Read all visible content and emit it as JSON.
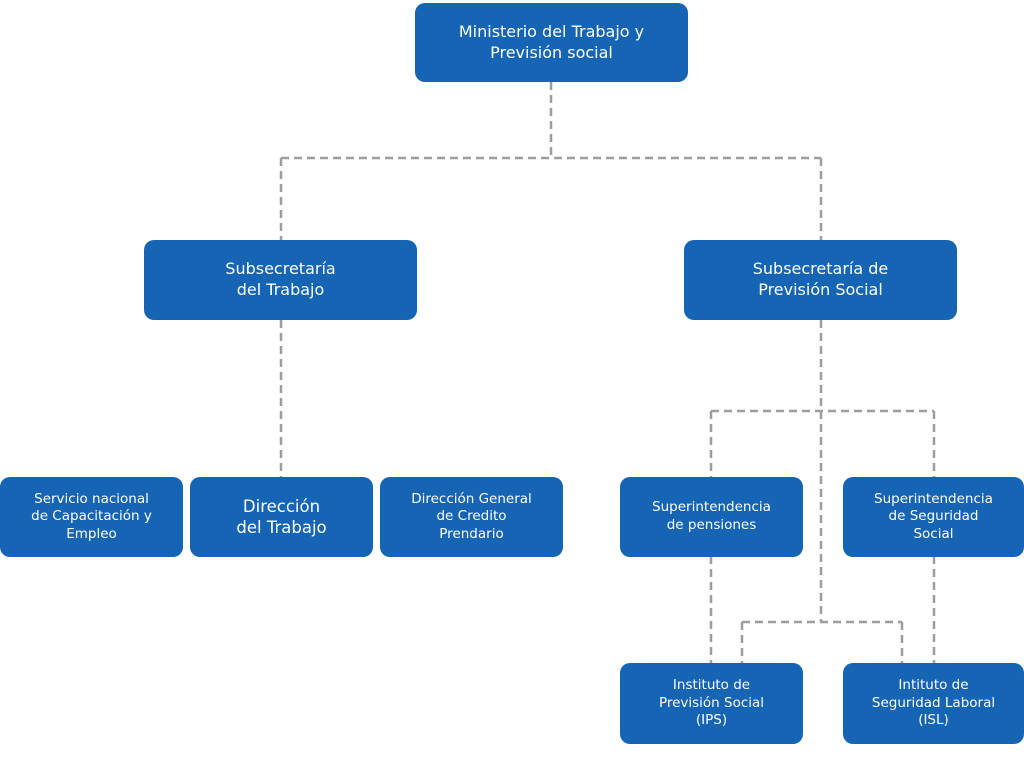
{
  "diagram": {
    "nodes": {
      "ministerio": "Ministerio del Trabajo y\nPrevisión social",
      "subsec_trabajo": "Subsecretaría\ndel Trabajo",
      "subsec_prevision": "Subsecretaría de\nPrevisión Social",
      "sence": "Servicio nacional\nde Capacitación y\nEmpleo",
      "direccion_trabajo": "Dirección\ndel Trabajo",
      "direccion_credito": "Dirección General\nde Credito\nPrendario",
      "super_pensiones": "Superintendencia\nde pensiones",
      "super_seguridad": "Superintendencia\nde Seguridad\nSocial",
      "ips": "Instituto de\nPrevisión Social\n(IPS)",
      "isl": "Intituto de\nSeguridad Laboral\n(ISL)"
    },
    "colors": {
      "node_fill": "#1565b4",
      "node_text": "#ffffff",
      "connector": "#9e9e9e",
      "background": "#ffffff"
    }
  }
}
